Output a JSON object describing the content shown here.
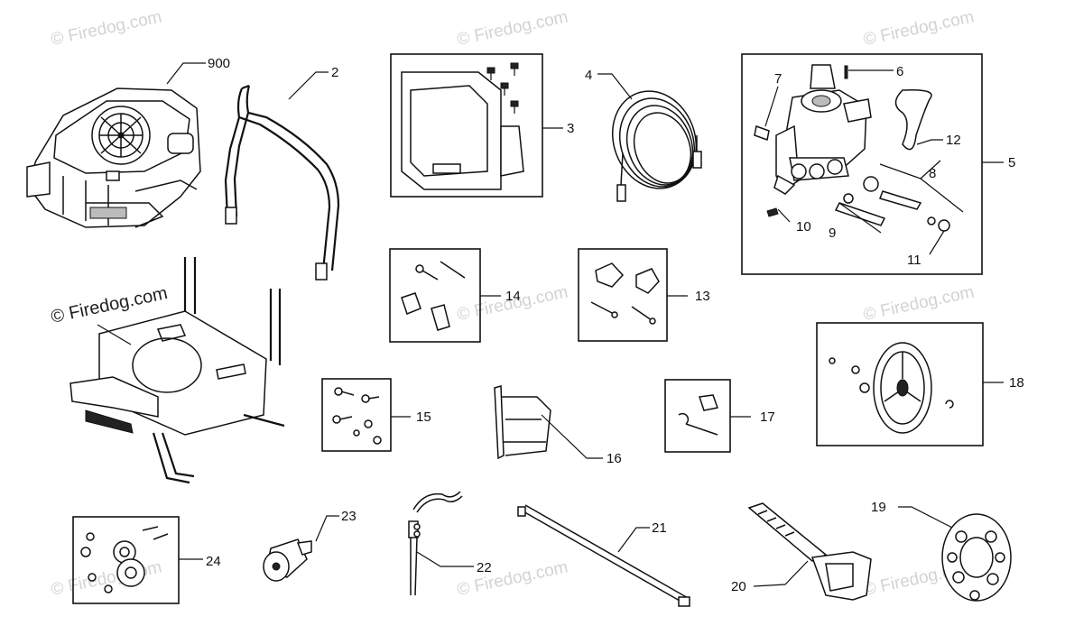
{
  "watermark": {
    "text": "© Firedog.com",
    "main_text": "© Firedog.com"
  },
  "callouts": {
    "c900": "900",
    "c2": "2",
    "c3": "3",
    "c4": "4",
    "c5": "5",
    "c6": "6",
    "c7": "7",
    "c8": "8",
    "c9": "9",
    "c10": "10",
    "c11": "11",
    "c12": "12",
    "c13": "13",
    "c14": "14",
    "c15": "15",
    "c16": "16",
    "c17": "17",
    "c18": "18",
    "c19": "19",
    "c20": "20",
    "c21": "21",
    "c22": "22",
    "c23": "23",
    "c24": "24"
  }
}
